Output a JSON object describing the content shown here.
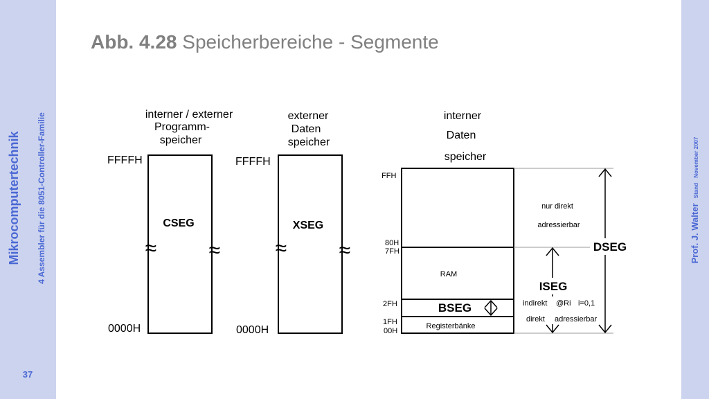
{
  "sidebar": {
    "course_title": "Mikrocomputertechnik",
    "course_subtitle": "4 Assembler für die 8051-Controller-Familie",
    "page_number": "37"
  },
  "right_sidebar": {
    "author": "Prof. J. Walter",
    "stand_label": "Stand",
    "date": "November 2007"
  },
  "title": {
    "figure_label": "Abb. 4.28",
    "text": "Speicherbereiche - Segmente"
  },
  "diagram": {
    "cseg": {
      "header": [
        "interner / externer",
        "Programm-",
        "speicher"
      ],
      "top_address": "FFFFH",
      "bottom_address": "0000H",
      "label": "CSEG"
    },
    "xseg": {
      "header": [
        "externer",
        "Daten",
        "speicher"
      ],
      "top_address": "FFFFH",
      "bottom_address": "0000H",
      "label": "XSEG"
    },
    "dseg": {
      "header": [
        "interner",
        "Daten",
        "speicher"
      ],
      "addresses": {
        "ffh": "FFH",
        "h80": "80H",
        "h7f": "7FH",
        "h2f": "2FH",
        "h1f": "1FH",
        "h00": "00H"
      },
      "regions": {
        "ram": "RAM",
        "bseg": "BSEG",
        "registers": "Registerbänke"
      },
      "notes": {
        "direct_line1": "nur direkt",
        "direct_line2": "adressierbar",
        "indirect_1": "indirekt",
        "indirect_2": "@Ri",
        "indirect_3": "i=0,1",
        "indirect_4": "direkt",
        "indirect_5": "adressierbar"
      },
      "labels": {
        "iseg": "ISEG",
        "dseg": "DSEG"
      },
      "break_symbol": "≈"
    }
  }
}
